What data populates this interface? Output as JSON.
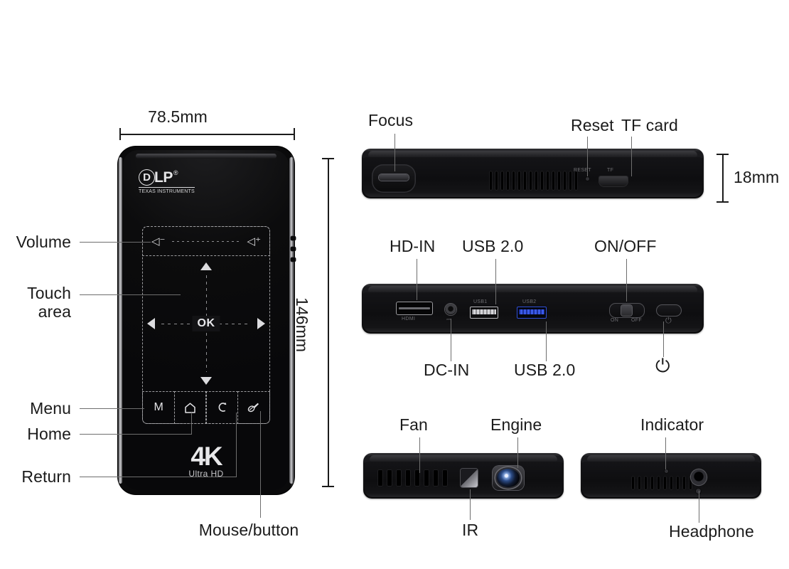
{
  "diagram": {
    "title": "Mini DLP 4K projector callout diagram",
    "background_color": "#ffffff",
    "label_color": "#1b1b1b",
    "leader_line_color": "#6e6e6e"
  },
  "dimensions": {
    "width": "78.5mm",
    "height": "146mm",
    "thickness": "18mm"
  },
  "front_view": {
    "brand_logo": {
      "mark_letter": "D",
      "wordmark": "LP",
      "registered": "®",
      "subtitle": "TEXAS INSTRUMENTS"
    },
    "resolution_badge": {
      "primary": "4K",
      "secondary": "Ultra HD"
    },
    "volume_bar": {
      "minus_icon": "speaker-minus-icon",
      "plus_icon": "speaker-plus-icon"
    },
    "dpad": {
      "center_label": "OK",
      "up_icon": "triangle-up-icon",
      "down_icon": "triangle-down-icon",
      "left_icon": "triangle-left-icon",
      "right_icon": "triangle-right-icon"
    },
    "buttons": [
      {
        "key": "menu",
        "glyph": "M",
        "icon_name": "menu-m-icon"
      },
      {
        "key": "home",
        "glyph": "⌂",
        "icon_name": "home-icon"
      },
      {
        "key": "return",
        "glyph": "↺",
        "icon_name": "return-arrow-icon"
      },
      {
        "key": "mouse",
        "glyph": "🖱",
        "icon_name": "mouse-pointer-icon"
      }
    ],
    "callouts": [
      {
        "id": "volume",
        "label": "Volume"
      },
      {
        "id": "touch-area",
        "label": "Touch\narea"
      },
      {
        "id": "menu",
        "label": "Menu"
      },
      {
        "id": "home",
        "label": "Home"
      },
      {
        "id": "return",
        "label": "Return"
      },
      {
        "id": "mouse-button",
        "label": "Mouse/button"
      }
    ]
  },
  "top_view": {
    "callouts": [
      {
        "id": "focus",
        "label": "Focus"
      },
      {
        "id": "reset",
        "label": "Reset"
      },
      {
        "id": "tf-card",
        "label": "TF card"
      }
    ],
    "port_markings": {
      "reset": "RESET",
      "tf": "TF"
    }
  },
  "port_view": {
    "callouts_top": [
      {
        "id": "hd-in",
        "label": "HD-IN"
      },
      {
        "id": "usb-1",
        "label": "USB 2.0"
      },
      {
        "id": "on-off",
        "label": "ON/OFF"
      }
    ],
    "callouts_bottom": [
      {
        "id": "dc-in",
        "label": "DC-IN"
      },
      {
        "id": "usb-2",
        "label": "USB 2.0"
      },
      {
        "id": "power",
        "label": "⏻",
        "icon_name": "power-symbol-icon"
      }
    ],
    "port_markings": {
      "hdmi": "HDMI",
      "usb1": "USB1",
      "usb2": "USB2",
      "switch_on": "ON",
      "switch_off": "OFF",
      "power_symbol": "⏻"
    },
    "usb2_port_color": "#2f4fd8"
  },
  "bottom_left_view": {
    "callouts": [
      {
        "id": "fan",
        "label": "Fan"
      },
      {
        "id": "engine",
        "label": "Engine"
      },
      {
        "id": "ir",
        "label": "IR"
      }
    ]
  },
  "bottom_right_view": {
    "callouts": [
      {
        "id": "indicator",
        "label": "Indicator"
      },
      {
        "id": "headphone",
        "label": "Headphone"
      }
    ]
  }
}
